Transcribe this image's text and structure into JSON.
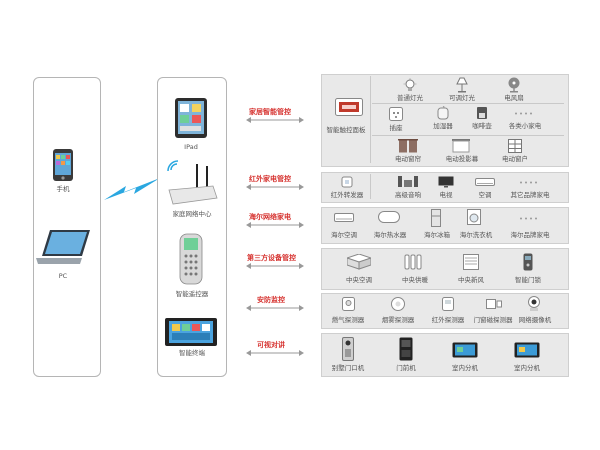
{
  "left": {
    "phone_label": "手机",
    "pc_label": "PC"
  },
  "middle": {
    "ipad_label": "IPad",
    "gateway_label": "家庭网络中心",
    "remote_label": "智能遥控器",
    "terminal_label": "智能终端"
  },
  "connections": [
    {
      "label": "家居智能管控"
    },
    {
      "label": "红外家电管控"
    },
    {
      "label": "海尔网络家电"
    },
    {
      "label": "第三方设备管控"
    },
    {
      "label": "安防监控"
    },
    {
      "label": "可视对讲"
    }
  ],
  "group1": {
    "panel_label": "智能触控面板",
    "top_items": [
      "普通灯光",
      "可调灯光",
      "电风扇"
    ],
    "mid_items": [
      "插座",
      "加湿器",
      "咖啡壶",
      "各类小家电"
    ],
    "bottom_items": [
      "电动窗帘",
      "电动投影幕",
      "电动窗户"
    ]
  },
  "group2": {
    "items": [
      "红外转发器",
      "高级音响",
      "电视",
      "空调",
      "其它品牌家电"
    ]
  },
  "group3": {
    "items": [
      "海尔空调",
      "海尔热水器",
      "海尔冰箱",
      "海尔洗衣机",
      "海尔品牌家电"
    ]
  },
  "group4": {
    "items": [
      "中央空调",
      "中央供暖",
      "中央新风",
      "智能门锁"
    ]
  },
  "group5": {
    "items": [
      "燃气探测器",
      "烟雾探测器",
      "红外探测器",
      "门窗磁探测器",
      "网络摄像机"
    ]
  },
  "group6": {
    "items": [
      "别墅门口机",
      "门前机",
      "室内分机",
      "室内分机"
    ]
  },
  "colors": {
    "section_label": "#d6322f",
    "wireless": "#2aa7e0",
    "border": "#b5b5b5"
  }
}
